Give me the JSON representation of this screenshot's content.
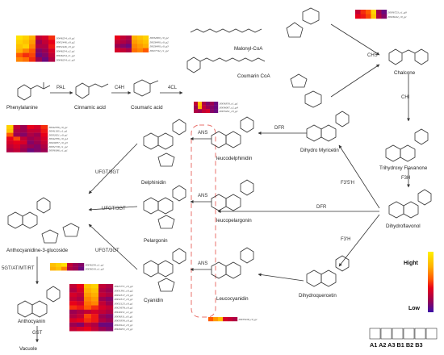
{
  "enzymes": {
    "pal": "PAL",
    "c4h": "C4H",
    "fourcl": "4CL",
    "chs": "CHS",
    "chi": "CHI",
    "f3h": "F3H",
    "f35h": "F3'5'H",
    "f3ph": "F3'H",
    "dfr_top": "DFR",
    "dfr_mid": "DFR",
    "ans_1": "ANS",
    "ans_2": "ANS",
    "ans_3": "ANS",
    "ufgt_1": "UFGT/3GT",
    "ufgt_2": "UFGT/3GT",
    "ufgt_3": "UFGT/3GT",
    "fgt": "5GT/AT/MT/RT",
    "gst": "GST"
  },
  "compounds": {
    "phenylalanine": "Phenylalanine",
    "cinnamic": "Cinnamic acid",
    "coumaric": "Coumaric acid",
    "malonyl": "Malonyl-CoA",
    "coumarin_coa": "Coumarin CoA",
    "chalcone": "Chalcone",
    "trihydroxy": "Trihydroxy Flavanone",
    "dihydrokaempferol": "Dihydroflavonol",
    "dihydromyricetin": "Dihydro Myricetin",
    "dihydroquercetin": "Dihydroquercetin",
    "leucodelphinidin": "leucodelphinidin",
    "leucopelargonin": "leucopelargonin",
    "leucocyanidin": "Leucocyanidin",
    "delphinidin": "Delphinidin",
    "pelargonin": "Pelargonin",
    "cyanidin": "Cyanidin",
    "glucoside": "Anthocyanidine-3-glucoside",
    "anthocyanin": "Anthocyanin",
    "vacuole": "Vacuole"
  },
  "legend": {
    "high": "Hight",
    "low": "Low",
    "samples": "A1 A2 A3 B1 B2 B3",
    "colors": [
      "#fff200",
      "#ffb000",
      "#ff5a00",
      "#e8001a",
      "#9c0050",
      "#3a10a8"
    ]
  },
  "heatmaps": [
    {
      "id": "hm_pal",
      "genes": [
        "DN46234_c0_g1",
        "DN32446_c0_g2",
        "DN32446_c0_g1",
        "DN46234_c2_g1",
        "DN46234_c1_g2",
        "DN46234_c1_g3"
      ],
      "cells": [
        [
          0.95,
          0.9,
          0.8,
          0.3,
          0.35,
          0.5
        ],
        [
          0.9,
          0.85,
          0.75,
          0.2,
          0.3,
          0.4
        ],
        [
          0.85,
          0.9,
          0.7,
          0.25,
          0.25,
          0.45
        ],
        [
          0.8,
          0.7,
          0.6,
          0.15,
          0.2,
          0.35
        ],
        [
          0.6,
          0.5,
          0.55,
          0.1,
          0.15,
          0.3
        ],
        [
          0.7,
          0.65,
          0.5,
          0.2,
          0.1,
          0.25
        ]
      ]
    },
    {
      "id": "hm_c4h",
      "genes": [
        "DN32609_c0_g2",
        "DN26490_c0_g2",
        "DN26490_c0_g3",
        "DN27742_c1_g2"
      ],
      "cells": [
        [
          0.4,
          0.3,
          0.25,
          0.8,
          0.85,
          0.9
        ],
        [
          0.3,
          0.25,
          0.2,
          0.75,
          0.8,
          0.85
        ],
        [
          0.2,
          0.15,
          0.1,
          0.7,
          0.75,
          0.8
        ],
        [
          0.35,
          0.3,
          0.25,
          0.65,
          0.7,
          0.6
        ]
      ]
    },
    {
      "id": "hm_chs",
      "genes": [
        "DN36723_c1_g9",
        "DN28242_c0_g1"
      ],
      "cells": [
        [
          0.3,
          0.5,
          0.6,
          0.9,
          0.2,
          0.1
        ],
        [
          0.4,
          0.45,
          0.55,
          0.85,
          0.25,
          0.15
        ]
      ]
    },
    {
      "id": "hm_4cl",
      "genes": [
        "DN36350_c1_g1",
        "DN36067_c2_g4",
        "DN33291_c0_g1"
      ],
      "cells": [
        [
          0.3,
          0.85,
          0.25,
          0.15,
          0.2,
          0.1
        ],
        [
          0.2,
          0.8,
          0.3,
          0.2,
          0.15,
          0.1
        ],
        [
          0.25,
          0.2,
          0.3,
          0.35,
          0.15,
          0.1
        ]
      ]
    },
    {
      "id": "hm_f3h",
      "genes": [
        "DN42336_c0_g1",
        "DN41193_c1_g1",
        "DN32621_c0_g1",
        "DN42336_c0_g4",
        "DN29037_c0_g3",
        "DN32718_c1_g2",
        "DN36186_c1_g1"
      ],
      "cells": [
        [
          0.9,
          0.3,
          0.2,
          0.4,
          0.35,
          0.5
        ],
        [
          0.85,
          0.25,
          0.2,
          0.3,
          0.3,
          0.45
        ],
        [
          0.6,
          0.2,
          0.15,
          0.25,
          0.2,
          0.4
        ],
        [
          0.4,
          0.55,
          0.3,
          0.2,
          0.25,
          0.35
        ],
        [
          0.35,
          0.4,
          0.35,
          0.15,
          0.2,
          0.3
        ],
        [
          0.3,
          0.35,
          0.25,
          0.2,
          0.15,
          0.25
        ],
        [
          0.25,
          0.3,
          0.2,
          0.1,
          0.15,
          0.2
        ]
      ]
    },
    {
      "id": "hm_5gt",
      "genes": [
        "DN36239_c1_g1",
        "DN36019_c1_g3"
      ],
      "cells": [
        [
          0.85,
          0.9,
          0.95,
          0.3,
          0.2,
          0.15
        ],
        [
          0.8,
          0.85,
          0.7,
          0.25,
          0.2,
          0.1
        ]
      ]
    },
    {
      "id": "hm_gst",
      "genes": [
        "DN25771_c0_g2",
        "DN31391_c0_g2",
        "DN32317_c0_g2",
        "DN32317_c0_g1",
        "DN32125_c0_g1",
        "DN25678_c0_g1",
        "DN40151_c2_g1",
        "DN36311_c0_g1",
        "DN33339_c0_g1",
        "DN29122_c0_g1",
        "DN26972_c0_g1"
      ],
      "cells": [
        [
          0.3,
          0.4,
          0.85,
          0.9,
          0.3,
          0.25
        ],
        [
          0.25,
          0.35,
          0.8,
          0.85,
          0.25,
          0.2
        ],
        [
          0.35,
          0.3,
          0.75,
          0.8,
          0.3,
          0.25
        ],
        [
          0.3,
          0.25,
          0.7,
          0.75,
          0.2,
          0.15
        ],
        [
          0.4,
          0.35,
          0.65,
          0.7,
          0.3,
          0.2
        ],
        [
          0.5,
          0.45,
          0.6,
          0.5,
          0.35,
          0.3
        ],
        [
          0.2,
          0.25,
          0.3,
          0.35,
          0.3,
          0.25
        ],
        [
          0.25,
          0.3,
          0.55,
          0.45,
          0.2,
          0.15
        ],
        [
          0.35,
          0.4,
          0.5,
          0.45,
          0.25,
          0.2
        ],
        [
          0.2,
          0.15,
          0.3,
          0.25,
          0.1,
          0.1
        ],
        [
          0.3,
          0.35,
          0.4,
          0.3,
          0.2,
          0.15
        ]
      ]
    },
    {
      "id": "hm_ans",
      "genes": [
        "DN35918_c0_g1"
      ],
      "cells": [
        [
          0.6,
          0.75,
          0.85,
          0.35,
          0.3,
          0.25
        ]
      ]
    }
  ]
}
